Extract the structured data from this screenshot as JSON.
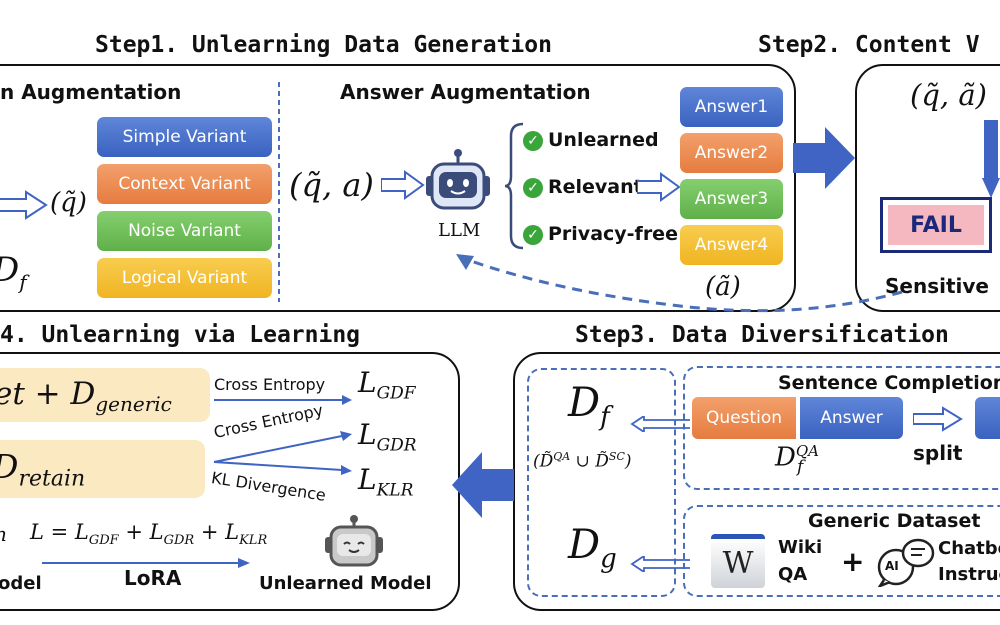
{
  "step1": {
    "title": "Step1. Unlearning Data Generation",
    "question_aug_title": "n Augmentation",
    "q_input": "(q̃)",
    "df_frag": "D",
    "df_sub": "f",
    "variants": [
      "Simple Variant",
      "Context Variant",
      "Noise Variant",
      "Logical Variant"
    ],
    "answer_aug_title": "Answer Augmentation",
    "qa_input": "(q̃, a)",
    "llm_label": "LLM",
    "criteria": [
      "Unlearned",
      "Relevant",
      "Privacy-free"
    ],
    "answers": [
      "Answer1",
      "Answer2",
      "Answer3",
      "Answer4"
    ],
    "a_tilde": "(ã)"
  },
  "step2": {
    "title": "Step2. Content V",
    "qa_pair": "(q̃, ã)",
    "fail": "FAIL",
    "sensitive": "Sensitive"
  },
  "step3": {
    "title": "Step3. Data Diversification",
    "sentence_completion": "Sentence Completion",
    "question": "Question",
    "answer": "Answer",
    "split": "split",
    "df_qa_base": "D",
    "df_qa_sub": "f",
    "df_qa_sup": "QA",
    "df_big": "D",
    "df_big_sub": "f",
    "union": "(D̃",
    "union_sup1": "QA",
    "union_mid": " ∪ D̃",
    "union_sup2": "SC",
    "union_end": ")",
    "union_sub": "f",
    "dg_big": "D",
    "dg_sub": "g",
    "generic_dataset": "Generic Dataset",
    "wiki": "Wiki",
    "qa": "QA",
    "plus": "+",
    "chatbot": "Chatbo",
    "instruct": "Instruc",
    "ai": "AI",
    "w": "W"
  },
  "step4": {
    "title": "4. Unlearning via Learning",
    "et_plus": "et + D",
    "generic_sub": "generic",
    "d_retain": "D",
    "retain_sub": "retain",
    "cross_entropy_1": "Cross Entropy",
    "cross_entropy_2": "Cross Entropy",
    "kl_divergence": "KL Divergence",
    "l_gdf": "L",
    "l_gdf_sub": "GDF",
    "l_gdr": "L",
    "l_gdr_sub": "GDR",
    "l_klr": "L",
    "l_klr_sub": "KLR",
    "loss_eq": "L = L",
    "eq_gdf": "GDF",
    "eq_plus1": " + L",
    "eq_gdr": "GDR",
    "eq_plus2": " + L",
    "eq_klr": "KLR",
    "eq_left": "n",
    "lora": "LoRA",
    "model": "odel",
    "unlearned_model": "Unlearned Model"
  },
  "colors": {
    "blue_arrow": "#3f64c4",
    "dash_blue": "#4a6fb8",
    "cream": "#fbe9c2",
    "fail_bg": "#f6b8c0"
  }
}
